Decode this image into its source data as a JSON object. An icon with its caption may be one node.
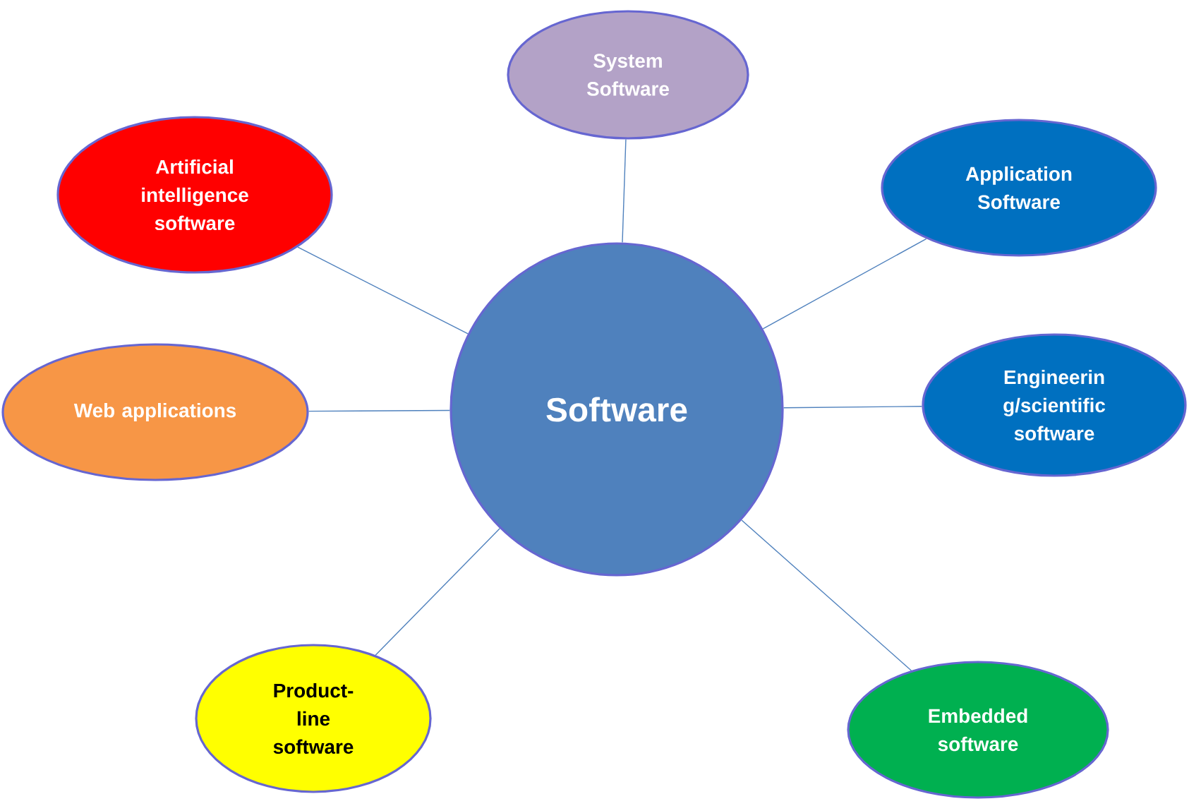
{
  "diagram": {
    "nodes": [
      {
        "text": [
          "Software"
        ]
      },
      {
        "text": [
          "System Software"
        ]
      },
      {
        "text": [
          "Application Software"
        ]
      },
      {
        "text": [
          "Engineerin g/scientific software"
        ]
      },
      {
        "text": [
          "Embedded software"
        ]
      },
      {
        "text": [
          "Product-line software"
        ]
      },
      {
        "text": [
          "Web applications"
        ]
      },
      {
        "text": [
          "Artificial intelligence software"
        ]
      }
    ],
    "edges": [
      {
        "from": 0,
        "to": 1,
        "arrow": "none"
      },
      {
        "from": 0,
        "to": 2,
        "arrow": "none"
      },
      {
        "from": 0,
        "to": 3,
        "arrow": "none"
      },
      {
        "from": 0,
        "to": 4,
        "arrow": "none"
      },
      {
        "from": 0,
        "to": 5,
        "arrow": "none"
      },
      {
        "from": 0,
        "to": 6,
        "arrow": "none"
      },
      {
        "from": 0,
        "to": 7,
        "arrow": "none"
      }
    ]
  }
}
